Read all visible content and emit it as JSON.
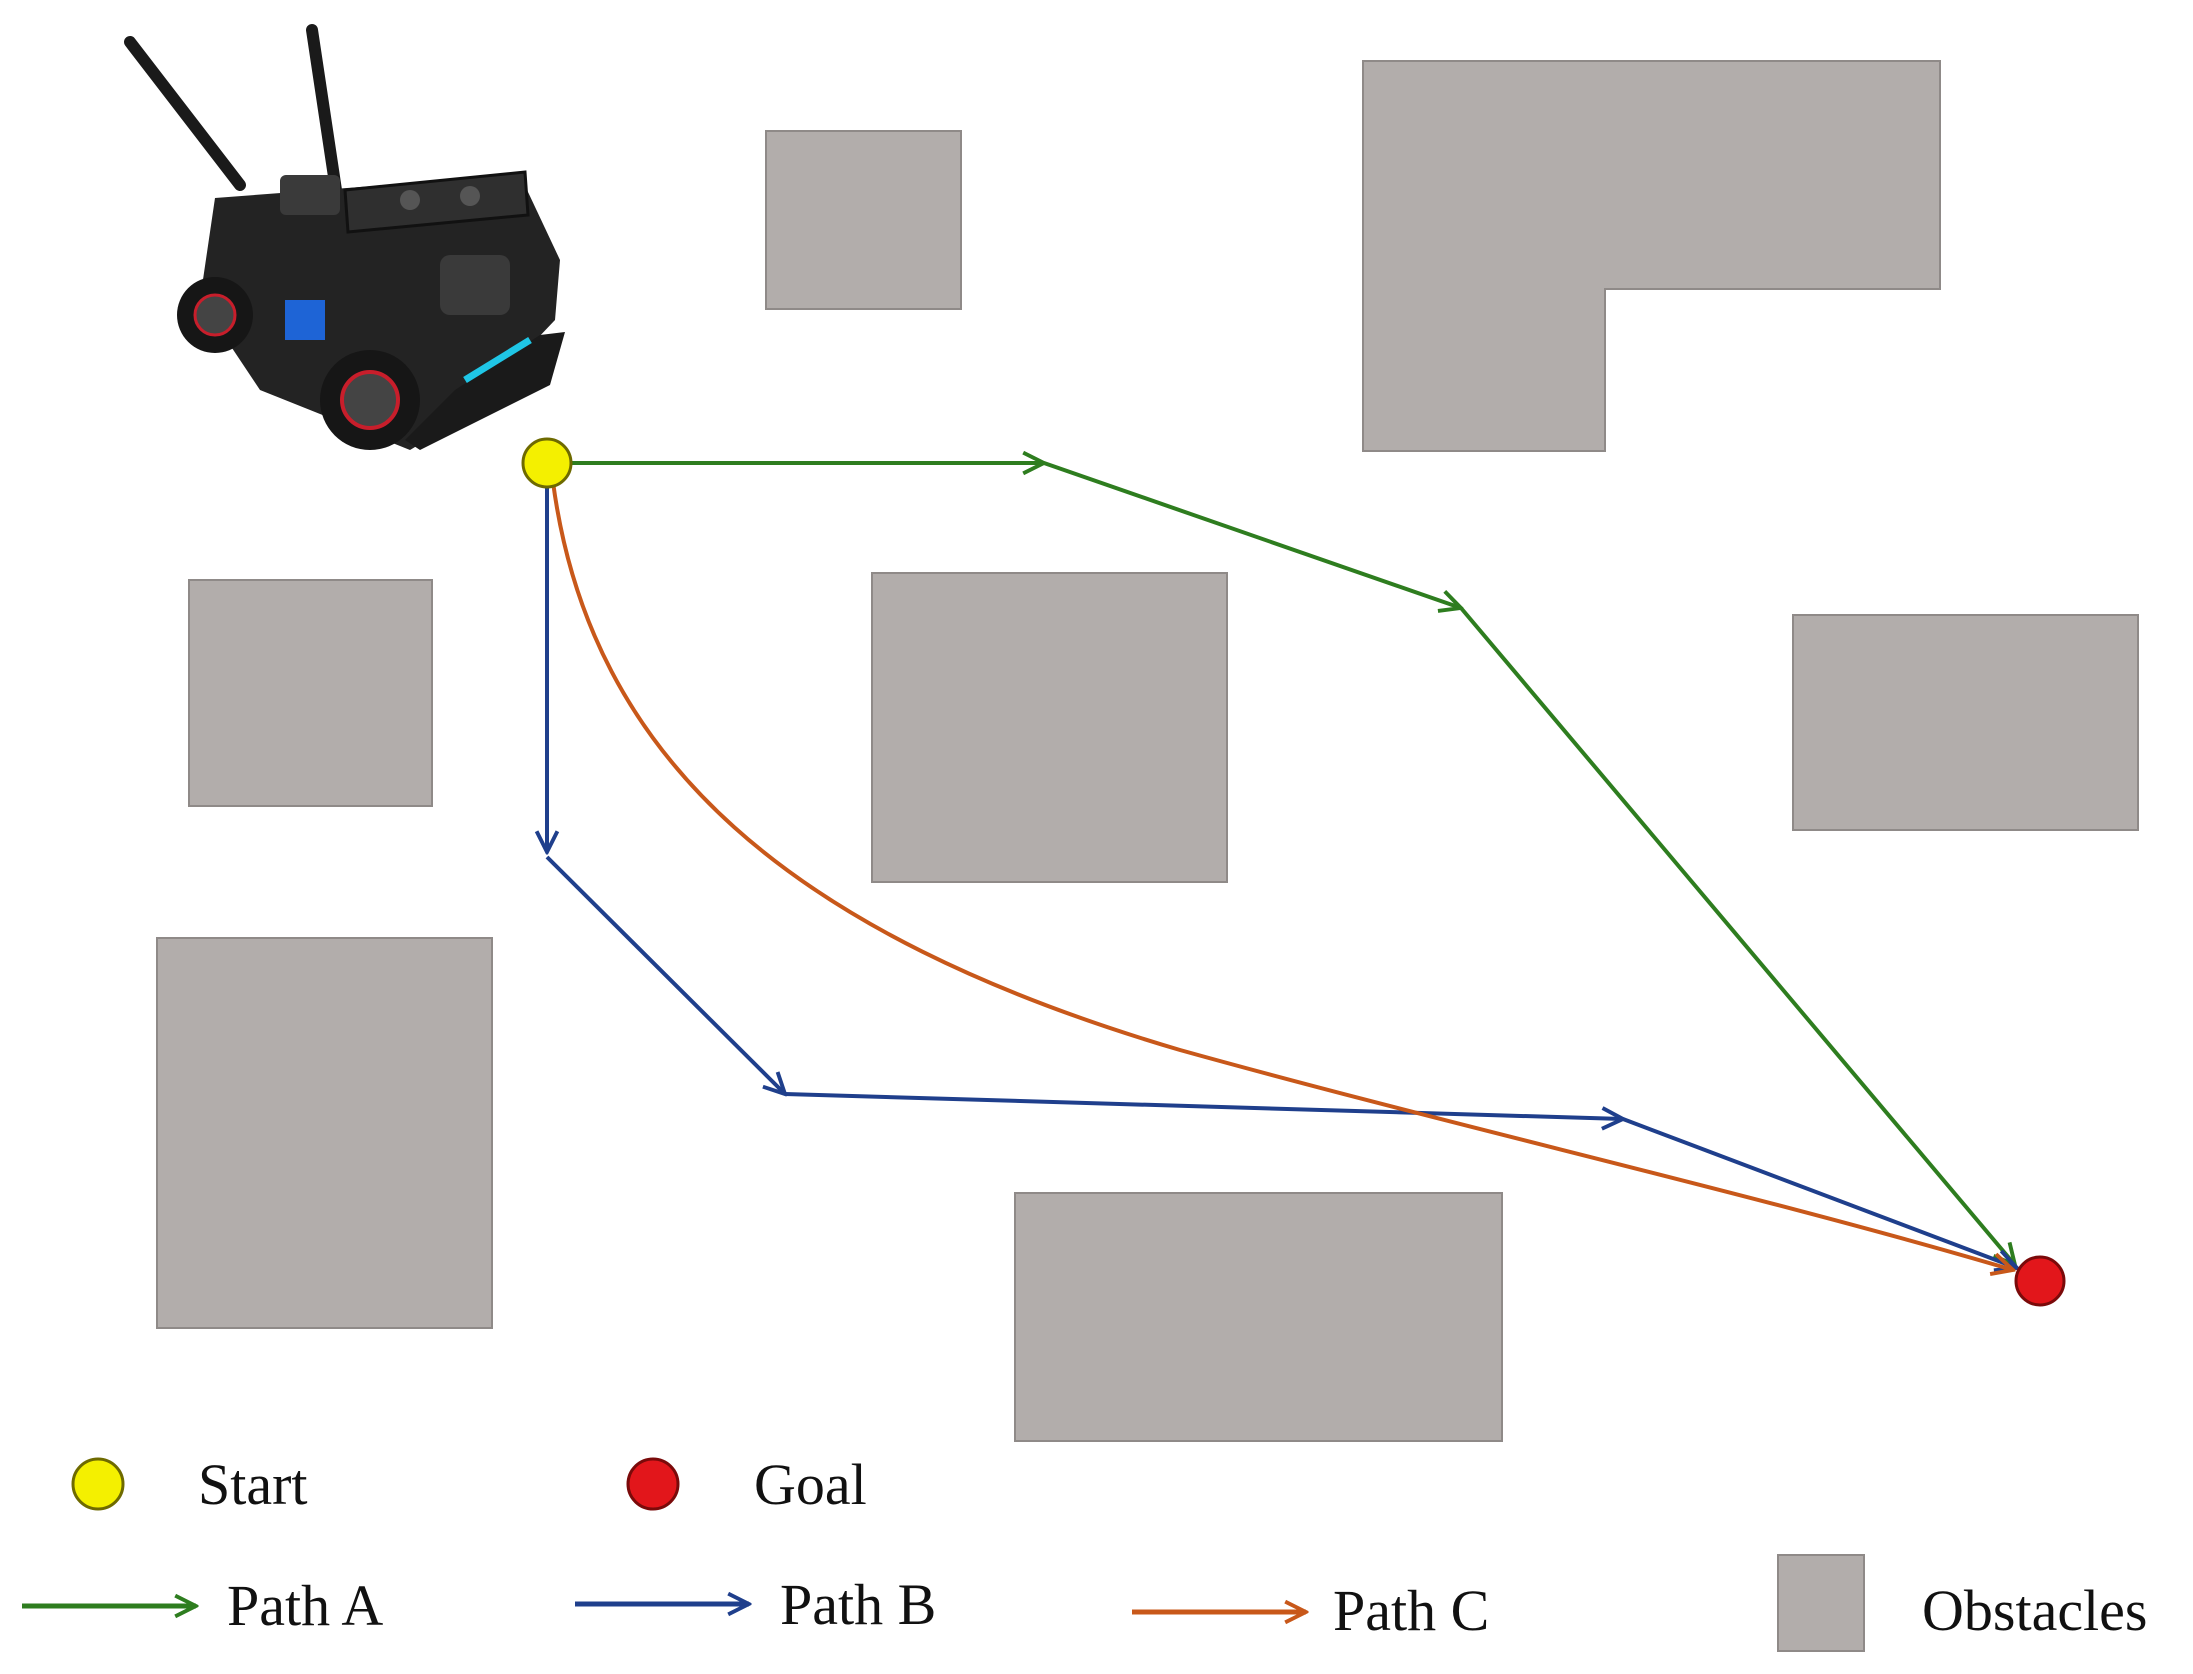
{
  "colors": {
    "background": "#ffffff",
    "obstacle": "#b2adab",
    "path_a": "#2e7d1f",
    "path_b": "#1f3f8c",
    "path_c": "#c8581a",
    "start": "#f4f000",
    "goal": "#e2161b"
  },
  "robot": {
    "icon": "mobile-robot-image"
  },
  "legend": {
    "start_label": "Start",
    "goal_label": "Goal",
    "path_a_label": "Path A",
    "path_b_label": "Path B",
    "path_c_label": "Path C",
    "obstacles_label": "Obstacles"
  }
}
